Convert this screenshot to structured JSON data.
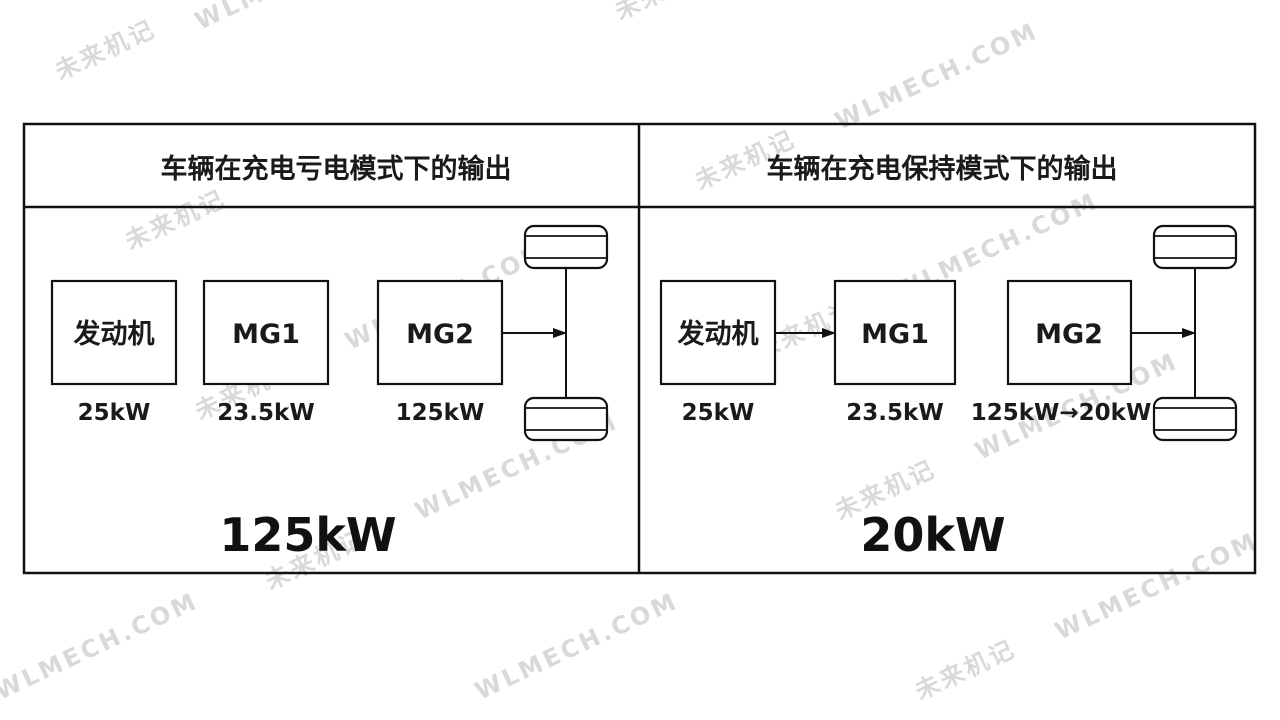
{
  "watermark": {
    "brand": "未来机记",
    "site": "WLMECH.COM"
  },
  "panels": [
    {
      "title": "车辆在充电亏电模式下的输出",
      "components": [
        {
          "label": "发动机",
          "power": "25kW"
        },
        {
          "label": "MG1",
          "power": "23.5kW"
        },
        {
          "label": "MG2",
          "power": "125kW"
        }
      ],
      "total": "125kW"
    },
    {
      "title": "车辆在充电保持模式下的输出",
      "components": [
        {
          "label": "发动机",
          "power": "25kW"
        },
        {
          "label": "MG1",
          "power": "23.5kW"
        },
        {
          "label": "MG2",
          "power": "125kW→20kW"
        }
      ],
      "total": "20kW"
    }
  ]
}
